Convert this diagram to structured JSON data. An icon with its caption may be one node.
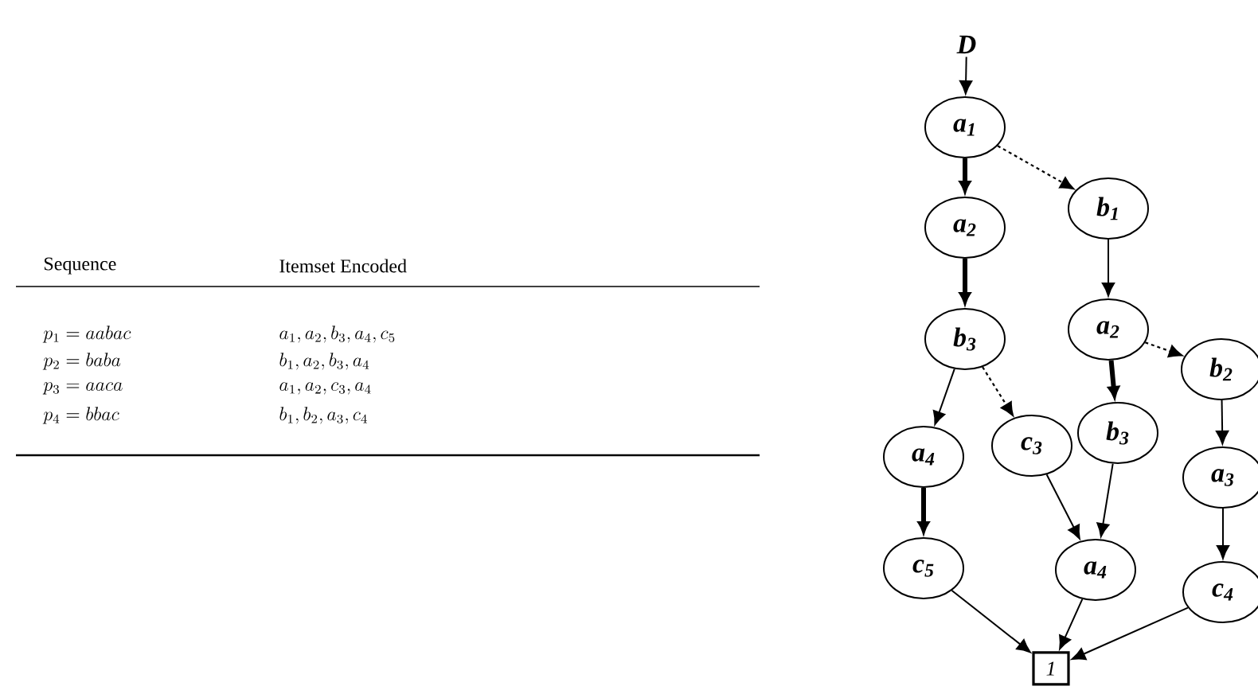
{
  "diagram": {
    "nodes": [
      {
        "text": [
          "D"
        ]
      },
      {
        "text": [
          "a$_{1}$"
        ]
      },
      {
        "text": [
          "b$_{1}$"
        ]
      },
      {
        "text": [
          "a$_{2}$"
        ]
      },
      {
        "text": [
          "b$_{3}$"
        ]
      },
      {
        "text": [
          "a$_{2}$"
        ]
      },
      {
        "text": [
          "b$_{2}$"
        ]
      },
      {
        "text": [
          "a$_{4}$"
        ]
      },
      {
        "text": [
          "c$_{3}$"
        ]
      },
      {
        "text": [
          "b$_{3}$"
        ]
      },
      {
        "text": [
          "a$_{3}$"
        ]
      },
      {
        "text": [
          "c$_{5}$"
        ]
      },
      {
        "text": [
          "a$_{4}$"
        ]
      },
      {
        "text": [
          "c$_{4}$"
        ]
      },
      {
        "text": [
          "1"
        ]
      }
    ],
    "edges": [
      {
        "from": 0,
        "to": 1,
        "arrow": "to"
      },
      {
        "from": 1,
        "to": 3,
        "arrow": "to",
        "style": "thick"
      },
      {
        "from": 1,
        "to": 2,
        "arrow": "to",
        "style": "dashed"
      },
      {
        "from": 3,
        "to": 4,
        "arrow": "to",
        "style": "thick"
      },
      {
        "from": 2,
        "to": 5,
        "arrow": "to"
      },
      {
        "from": 4,
        "to": 7,
        "arrow": "to"
      },
      {
        "from": 4,
        "to": 8,
        "arrow": "to",
        "style": "dashed"
      },
      {
        "from": 5,
        "to": 9,
        "arrow": "to",
        "style": "thick"
      },
      {
        "from": 5,
        "to": 6,
        "arrow": "to",
        "style": "dashed"
      },
      {
        "from": 6,
        "to": 10,
        "arrow": "to"
      },
      {
        "from": 7,
        "to": 11,
        "arrow": "to",
        "style": "thick"
      },
      {
        "from": 8,
        "to": 12,
        "arrow": "to"
      },
      {
        "from": 9,
        "to": 12,
        "arrow": "to"
      },
      {
        "from": 10,
        "to": 13,
        "arrow": "to"
      },
      {
        "from": 11,
        "to": 14,
        "arrow": "to"
      },
      {
        "from": 12,
        "to": 14,
        "arrow": "to"
      },
      {
        "from": 13,
        "to": 14,
        "arrow": "to"
      }
    ],
    "labels": [
      "Sequence",
      "Itemset Encoded",
      "p_1 = aabac",
      "a_1, a_2, b_3, a_4, c_5",
      "p_2 = baba",
      "b_1, a_2, b_3, a_4",
      "p_3 = aaca",
      "a_1, a_2, c_3, a_4",
      "p_4 = bbac",
      "b_1, b_2, a_3, c_4"
    ]
  }
}
